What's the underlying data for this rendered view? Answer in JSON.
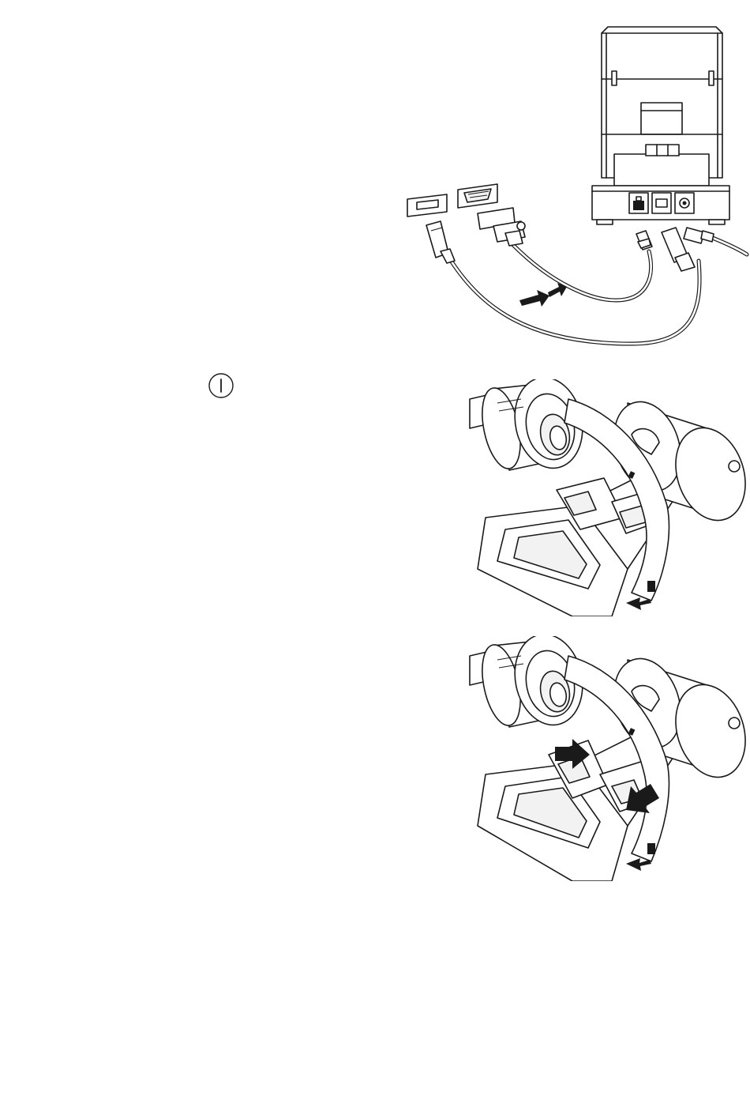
{
  "page": {
    "figures": [
      {
        "id": "connect-cables",
        "icons": [
          "usb-port-icon",
          "serial-port-icon",
          "rj11-port-icon",
          "usb-b-port-icon",
          "dc-power-port-icon"
        ]
      },
      {
        "id": "load-roll",
        "icons": [
          "power-symbol-icon",
          "paper-roll-icon",
          "feed-arrow-icon"
        ]
      },
      {
        "id": "close-guides",
        "icons": [
          "paper-roll-icon",
          "push-arrow-icon",
          "feed-arrow-icon"
        ]
      }
    ]
  },
  "colors": {
    "ink": "#1a1a1a",
    "paper": "#ffffff",
    "shade": "#f2f2f2"
  }
}
